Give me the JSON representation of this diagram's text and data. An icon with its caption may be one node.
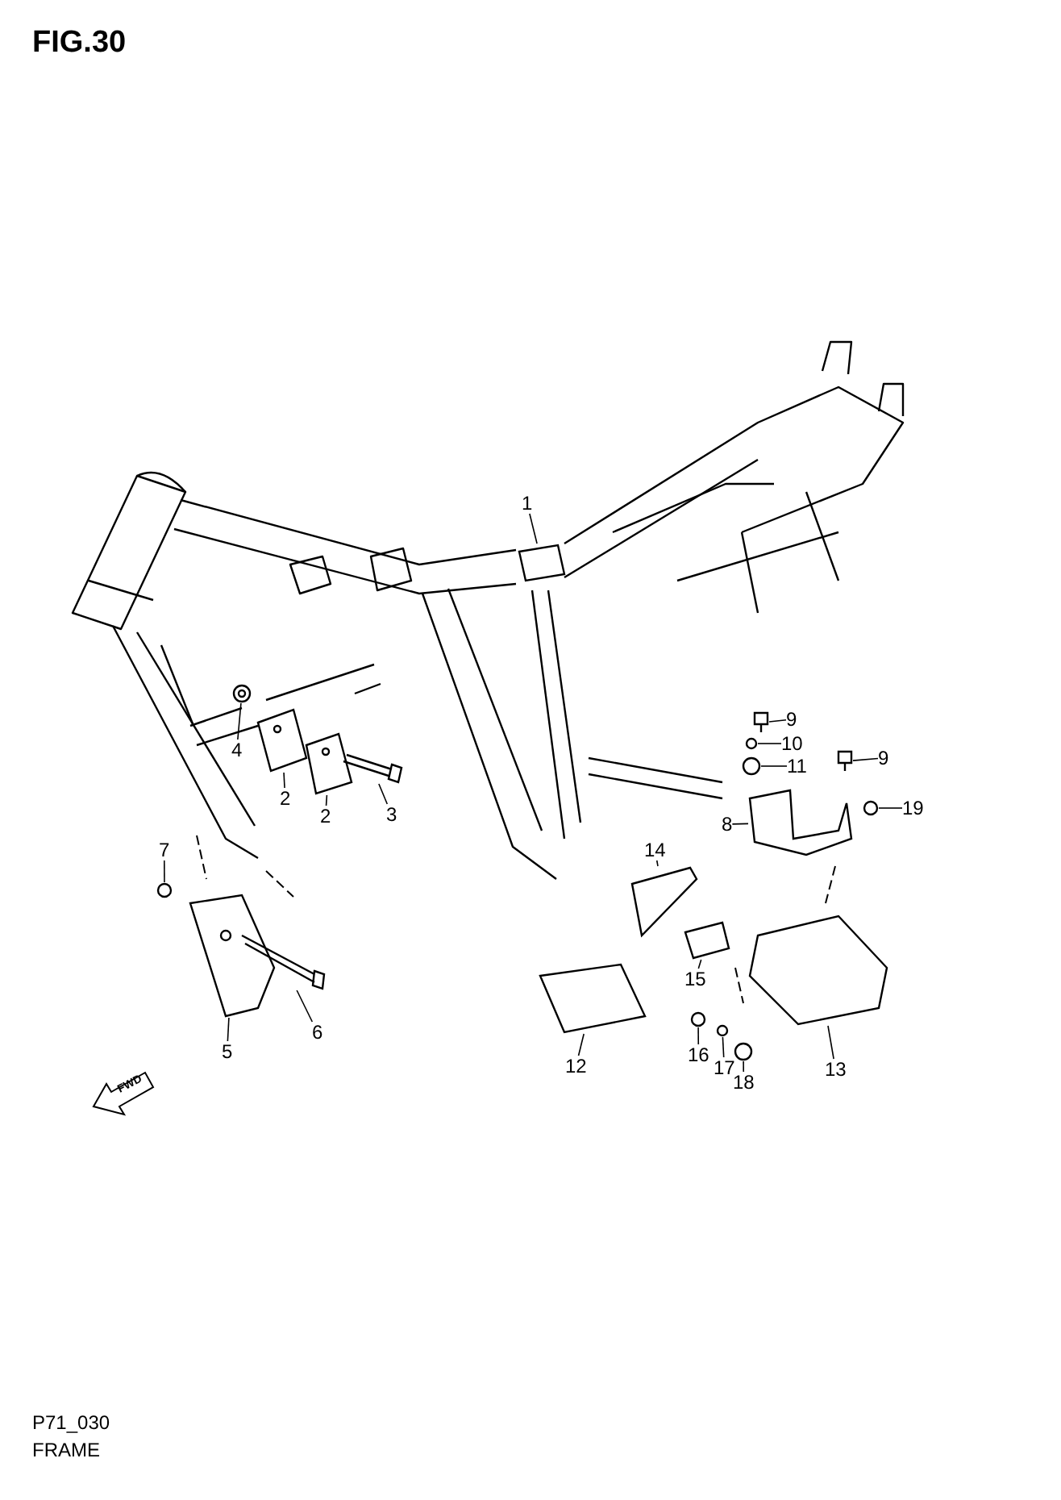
{
  "diagram": {
    "title": "FIG.30",
    "nodes": [
      {
        "text": [
          "1"
        ]
      },
      {
        "text": [
          "2"
        ]
      },
      {
        "text": [
          "2"
        ]
      },
      {
        "text": [
          "3"
        ]
      },
      {
        "text": [
          "4"
        ]
      },
      {
        "text": [
          "5"
        ]
      },
      {
        "text": [
          "6"
        ]
      },
      {
        "text": [
          "7"
        ]
      },
      {
        "text": [
          "8"
        ]
      },
      {
        "text": [
          "9"
        ]
      },
      {
        "text": [
          "10"
        ]
      },
      {
        "text": [
          "11"
        ]
      },
      {
        "text": [
          "9"
        ]
      },
      {
        "text": [
          "12"
        ]
      },
      {
        "text": [
          "13"
        ]
      },
      {
        "text": [
          "14"
        ]
      },
      {
        "text": [
          "15"
        ]
      },
      {
        "text": [
          "16"
        ]
      },
      {
        "text": [
          "17"
        ]
      },
      {
        "text": [
          "18"
        ]
      },
      {
        "text": [
          "19"
        ]
      },
      {
        "text": [],
        "shape": "picture"
      },
      {
        "text": [],
        "shape": "picture"
      },
      {
        "text": [],
        "shape": "picture"
      },
      {
        "text": [],
        "shape": "picture"
      },
      {
        "text": [],
        "shape": "picture"
      },
      {
        "text": [],
        "shape": "picture"
      },
      {
        "text": [],
        "shape": "picture"
      },
      {
        "text": [],
        "shape": "picture"
      },
      {
        "text": [],
        "shape": "picture"
      },
      {
        "text": [],
        "shape": "picture"
      },
      {
        "text": [],
        "shape": "picture"
      },
      {
        "text": [],
        "shape": "picture"
      },
      {
        "text": [],
        "shape": "picture"
      },
      {
        "text": [],
        "shape": "picture"
      },
      {
        "text": [],
        "shape": "picture"
      },
      {
        "text": [],
        "shape": "picture"
      },
      {
        "text": [],
        "shape": "picture"
      },
      {
        "text": [],
        "shape": "picture"
      },
      {
        "text": [],
        "shape": "picture"
      },
      {
        "text": [],
        "shape": "picture"
      },
      {
        "text": [],
        "shape": "picture"
      }
    ],
    "edges": [
      {
        "from": 0,
        "to": 21,
        "arrow": "none"
      },
      {
        "from": 1,
        "to": 22,
        "arrow": "none"
      },
      {
        "from": 2,
        "to": 23,
        "arrow": "none"
      },
      {
        "from": 3,
        "to": 24,
        "arrow": "none"
      },
      {
        "from": 4,
        "to": 25,
        "arrow": "none"
      },
      {
        "from": 5,
        "to": 26,
        "arrow": "none"
      },
      {
        "from": 6,
        "to": 27,
        "arrow": "none"
      },
      {
        "from": 7,
        "to": 28,
        "arrow": "none"
      },
      {
        "from": 8,
        "to": 29,
        "arrow": "none"
      },
      {
        "from": 9,
        "to": 30,
        "arrow": "none"
      },
      {
        "from": 10,
        "to": 31,
        "arrow": "none"
      },
      {
        "from": 11,
        "to": 32,
        "arrow": "none"
      },
      {
        "from": 12,
        "to": 33,
        "arrow": "none"
      },
      {
        "from": 13,
        "to": 34,
        "arrow": "none"
      },
      {
        "from": 14,
        "to": 35,
        "arrow": "none"
      },
      {
        "from": 15,
        "to": 36,
        "arrow": "none"
      },
      {
        "from": 16,
        "to": 37,
        "arrow": "none"
      },
      {
        "from": 17,
        "to": 38,
        "arrow": "none"
      },
      {
        "from": 18,
        "to": 39,
        "arrow": "none"
      },
      {
        "from": 19,
        "to": 40,
        "arrow": "none"
      },
      {
        "from": 20,
        "to": 41,
        "arrow": "none"
      }
    ],
    "labels": [
      "FWD",
      "P71_030",
      "FRAME"
    ]
  }
}
